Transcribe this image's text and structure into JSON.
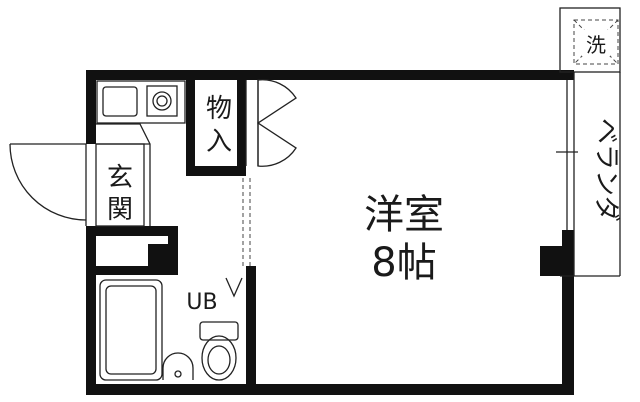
{
  "rooms": {
    "main": {
      "name": "洋室",
      "size": "8帖"
    },
    "storage": {
      "chars": [
        "物",
        "入"
      ]
    },
    "entrance": {
      "chars": [
        "玄",
        "関"
      ]
    },
    "bath": {
      "label": "UB"
    },
    "veranda": {
      "label": "ベランダ"
    },
    "laundry": {
      "label": "洗"
    }
  },
  "icons": [
    "sink-icon",
    "stove-burner-icon",
    "bathtub-icon",
    "toilet-icon",
    "washbasin-icon",
    "washing-machine-space-icon",
    "door-swing-icon"
  ],
  "colors": {
    "wall": "#111111",
    "line": "#222222",
    "background": "#ffffff"
  }
}
